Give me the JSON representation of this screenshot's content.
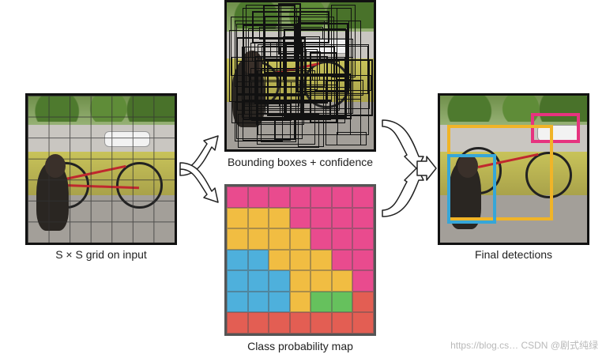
{
  "labels": {
    "grid": "S × S grid on input",
    "boxes": "Bounding boxes + confidence",
    "classmap": "Class probability map",
    "final": "Final detections"
  },
  "watermark": "https://blog.cs… CSDN @剧式纯绿",
  "class_colors": {
    "magenta": "#e6337f",
    "yellow": "#f0b428",
    "blue": "#36a6d8",
    "green": "#52b947",
    "red": "#e0483c"
  },
  "class_map": [
    [
      "magenta",
      "magenta",
      "magenta",
      "magenta",
      "magenta",
      "magenta",
      "magenta"
    ],
    [
      "yellow",
      "yellow",
      "yellow",
      "magenta",
      "magenta",
      "magenta",
      "magenta"
    ],
    [
      "yellow",
      "yellow",
      "yellow",
      "yellow",
      "magenta",
      "magenta",
      "magenta"
    ],
    [
      "blue",
      "blue",
      "yellow",
      "yellow",
      "yellow",
      "magenta",
      "magenta"
    ],
    [
      "blue",
      "blue",
      "blue",
      "yellow",
      "yellow",
      "yellow",
      "magenta"
    ],
    [
      "blue",
      "blue",
      "blue",
      "yellow",
      "green",
      "green",
      "red"
    ],
    [
      "red",
      "red",
      "red",
      "red",
      "red",
      "red",
      "red"
    ]
  ],
  "detections": [
    {
      "name": "car-box",
      "color": "#e6337f"
    },
    {
      "name": "bicycle-box",
      "color": "#f0b428"
    },
    {
      "name": "dog-box",
      "color": "#36a6d8"
    }
  ],
  "icons": [
    "curved-arrow-icon"
  ]
}
